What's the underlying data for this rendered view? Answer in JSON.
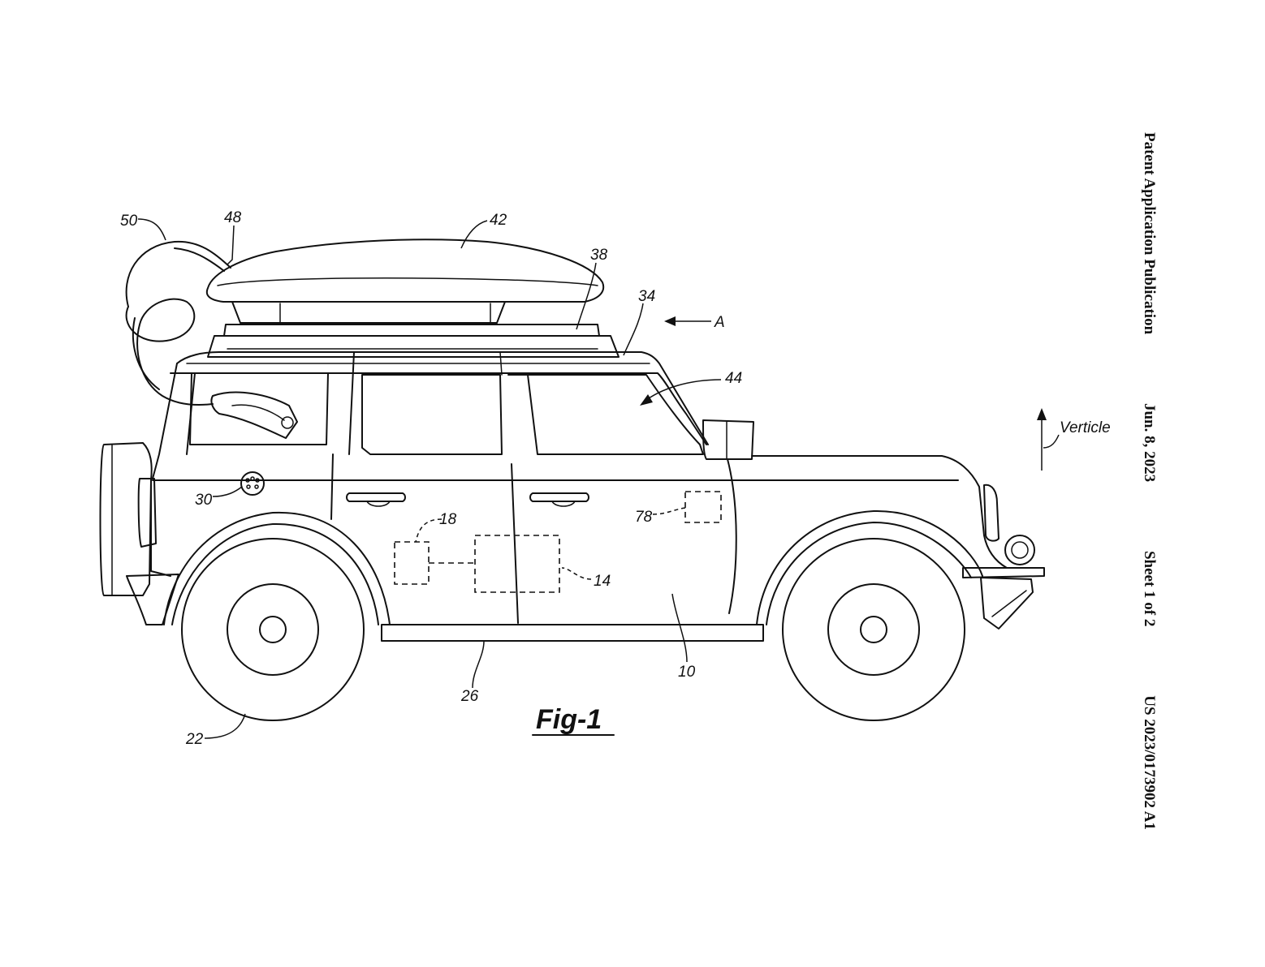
{
  "header": {
    "publication_type": "Patent Application Publication",
    "date": "Jun. 8, 2023",
    "sheet": "Sheet 1 of 2",
    "number": "US 2023/0173902 A1"
  },
  "figure": {
    "label": "Fig-1",
    "direction_label": "A",
    "vertical_label": "Verticle",
    "reference_numerals": {
      "vehicle": "10",
      "controller": "14",
      "module_18": "18",
      "wheel": "22",
      "rocker": "26",
      "charge_port": "30",
      "roof": "34",
      "base": "38",
      "cargo_box": "42",
      "cabin": "44",
      "outlet": "48",
      "cable": "50",
      "sensor": "78"
    }
  }
}
